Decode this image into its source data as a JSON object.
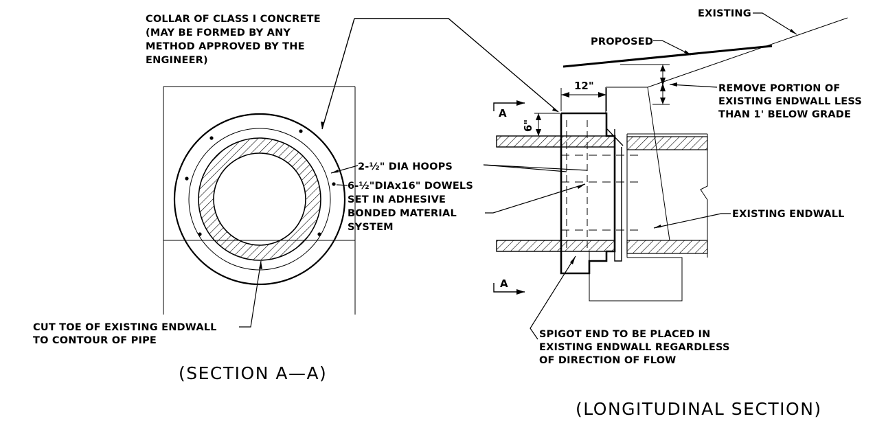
{
  "notes": {
    "collar": [
      "COLLAR OF CLASS I CONCRETE",
      "(MAY BE FORMED BY ANY",
      "METHOD APPROVED BY THE",
      "ENGINEER)"
    ],
    "hoops": "2-½\" DIA HOOPS",
    "dowels": [
      "6-½\"DIAx16\" DOWELS",
      "SET IN ADHESIVE",
      "BONDED MATERIAL",
      "SYSTEM"
    ],
    "cut_toe": [
      "CUT TOE OF EXISTING ENDWALL",
      "TO CONTOUR OF PIPE"
    ],
    "existing": "EXISTING",
    "proposed": "PROPOSED",
    "remove": [
      "REMOVE PORTION OF",
      "EXISTING ENDWALL LESS",
      "THAN 1' BELOW GRADE"
    ],
    "existing_endwall": "EXISTING ENDWALL",
    "spigot": [
      "SPIGOT END TO BE PLACED IN",
      "EXISTING ENDWALL REGARDLESS",
      "OF DIRECTION OF FLOW"
    ]
  },
  "dimensions": {
    "width": "12\"",
    "height": "6\""
  },
  "section_marks": {
    "top": "A",
    "bottom": "A"
  },
  "titles": {
    "section_aa": "(SECTION A—A)",
    "longitudinal": "(LONGITUDINAL SECTION)"
  },
  "colors": {
    "line": "#000000",
    "background": "#ffffff"
  }
}
